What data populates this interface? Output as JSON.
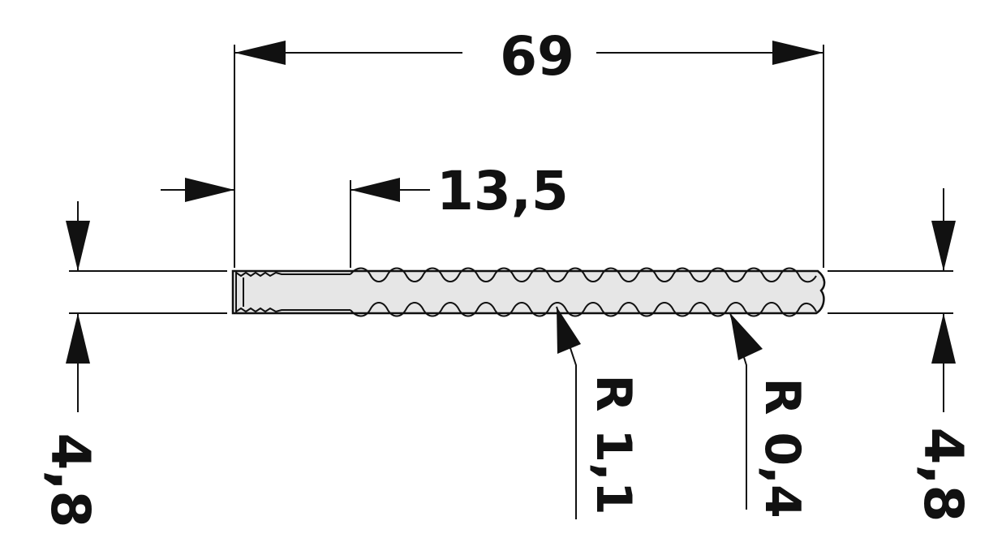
{
  "dimensions": {
    "overall_length": "69",
    "thread_length": "13,5",
    "thickness_left": "4,8",
    "thickness_right": "4,8",
    "radius_large": "R 1,1",
    "radius_small": "R 0,4"
  },
  "colors": {
    "line": "#111111",
    "part_fill": "#e6e6e6",
    "background": "#ffffff"
  }
}
